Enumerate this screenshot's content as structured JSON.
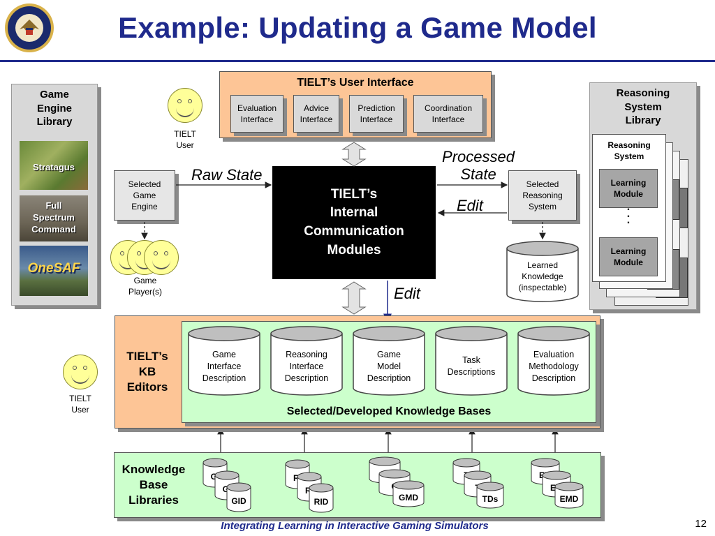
{
  "header": {
    "title": "Example: Updating a Game Model"
  },
  "footer": {
    "caption": "Integrating Learning in Interactive Gaming Simulators",
    "page_number": "12"
  },
  "game_engine_library": {
    "title": "Game\nEngine\nLibrary",
    "items": [
      "Stratagus",
      "Full\nSpectrum\nCommand",
      "OneSAF"
    ]
  },
  "user_interface": {
    "title": "TIELT’s User Interface",
    "buttons": [
      "Evaluation\nInterface",
      "Advice\nInterface",
      "Prediction\nInterface",
      "Coordination\nInterface"
    ]
  },
  "tielt_user_top": "TIELT\nUser",
  "tielt_user_bottom": "TIELT\nUser",
  "selected_game_engine": "Selected\nGame\nEngine",
  "game_players": "Game\nPlayer(s)",
  "raw_state": "Raw State",
  "processed_state": "Processed\nState",
  "edit_right": "Edit",
  "edit_bottom": "Edit",
  "internal_modules": "TIELT’s\nInternal\nCommunication\nModules",
  "selected_reasoning_system": "Selected\nReasoning\nSystem",
  "learned_knowledge": "Learned\nKnowledge\n(inspectable)",
  "reasoning_library": {
    "title": "Reasoning\nSystem\nLibrary",
    "system_title": "Reasoning\nSystem",
    "module_label": "Learning\nModule",
    "dots": ".\n.\n."
  },
  "kb_editors": "TIELT’s\nKB\nEditors",
  "knowledge_bases": {
    "caption": "Selected/Developed Knowledge Bases",
    "items": [
      "Game\nInterface\nDescription",
      "Reasoning\nInterface\nDescription",
      "Game\nModel\nDescription",
      "Task\nDescriptions",
      "Evaluation\nMethodology\nDescription"
    ]
  },
  "kb_libraries": {
    "title": "Knowledge\nBase\nLibraries",
    "groups": [
      {
        "back": "GI",
        "mid": "GI",
        "front": "GID"
      },
      {
        "back": "RI",
        "mid": "RI",
        "front": "RID"
      },
      {
        "back": "G",
        "mid": "G",
        "front": "GMD"
      },
      {
        "back": "T",
        "mid": "T",
        "front": "TDs"
      },
      {
        "back": "EM",
        "mid": "EM",
        "front": "EMD"
      }
    ]
  },
  "colors": {
    "title_blue": "#1f2a8c",
    "peach": "#fdc596",
    "light_green": "#ccffcc",
    "black_box": "#000000"
  }
}
